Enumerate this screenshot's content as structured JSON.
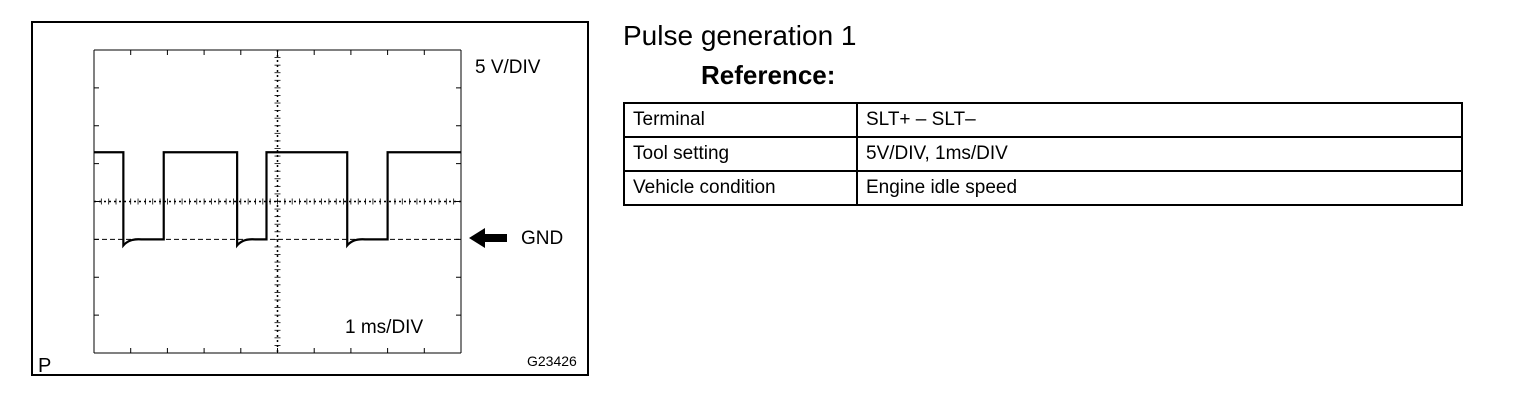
{
  "oscilloscope": {
    "volt_scale": "5 V/DIV",
    "time_scale": "1 ms/DIV",
    "gnd_label": "GND",
    "corner_mark": "P",
    "figure_code": "G23426",
    "trace_color": "#000000"
  },
  "chart_data": {
    "type": "line",
    "xlabel": "1 ms/DIV",
    "ylabel": "5 V/DIV",
    "ground_reference": "GND",
    "grid": true,
    "waveform": [
      {
        "t": 0.0,
        "level": "high"
      },
      {
        "t": 0.8,
        "level": "low"
      },
      {
        "t": 1.9,
        "level": "high"
      },
      {
        "t": 3.9,
        "level": "low"
      },
      {
        "t": 4.7,
        "level": "high"
      },
      {
        "t": 6.9,
        "level": "low"
      },
      {
        "t": 8.0,
        "level": "high"
      }
    ],
    "high_level_div": 2.3,
    "low_level_div": 0
  },
  "reference": {
    "title": "Pulse generation 1",
    "heading": "Reference:",
    "rows": [
      {
        "label": "Terminal",
        "value": "SLT+ – SLT–"
      },
      {
        "label": "Tool setting",
        "value": "5V/DIV, 1ms/DIV"
      },
      {
        "label": "Vehicle condition",
        "value": "Engine idle speed"
      }
    ]
  }
}
